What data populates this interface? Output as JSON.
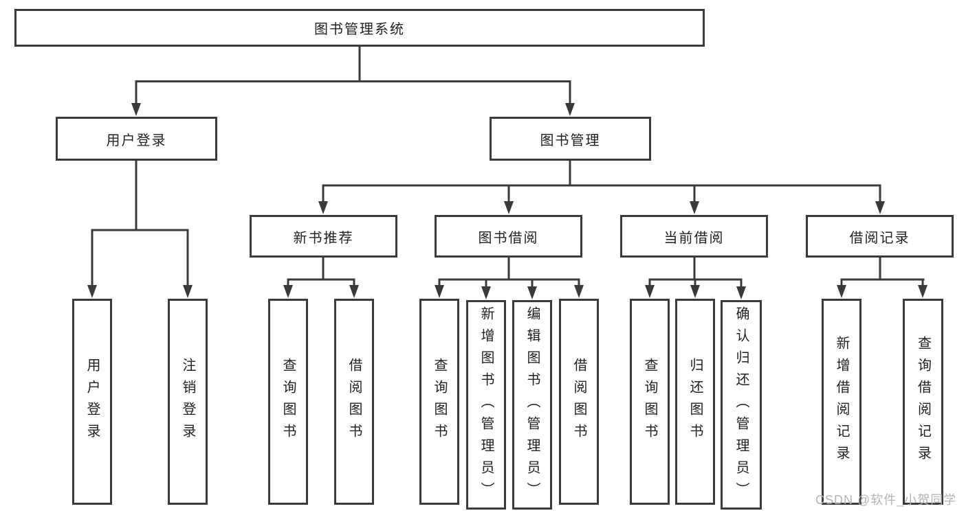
{
  "colors": {
    "line": "#3a3a3a",
    "text": "#1f1f1f",
    "watermark": "#b3b3b3"
  },
  "diagram": {
    "root": {
      "label": "图书管理系统"
    },
    "level2": [
      {
        "label": "用户登录"
      },
      {
        "label": "图书管理"
      }
    ],
    "level3": [
      {
        "label": "新书推荐"
      },
      {
        "label": "图书借阅"
      },
      {
        "label": "当前借阅"
      },
      {
        "label": "借阅记录"
      }
    ],
    "leaves": {
      "user_login": [
        {
          "label": "用户登录"
        },
        {
          "label": "注销登录"
        }
      ],
      "new_books": [
        {
          "label": "查询图书"
        },
        {
          "label": "借阅图书"
        }
      ],
      "book_borrow": [
        {
          "label": "查询图书"
        },
        {
          "label": "新增图书（管理员）"
        },
        {
          "label": "编辑图书（管理员）"
        },
        {
          "label": "借阅图书"
        }
      ],
      "current_borrow": [
        {
          "label": "查询图书"
        },
        {
          "label": "归还图书"
        },
        {
          "label": "确认归还（管理员）"
        }
      ],
      "borrow_records": [
        {
          "label": "新增借阅记录"
        },
        {
          "label": "查询借阅记录"
        }
      ]
    }
  },
  "watermark": {
    "text": "CSDN @软件_小贺同学"
  }
}
